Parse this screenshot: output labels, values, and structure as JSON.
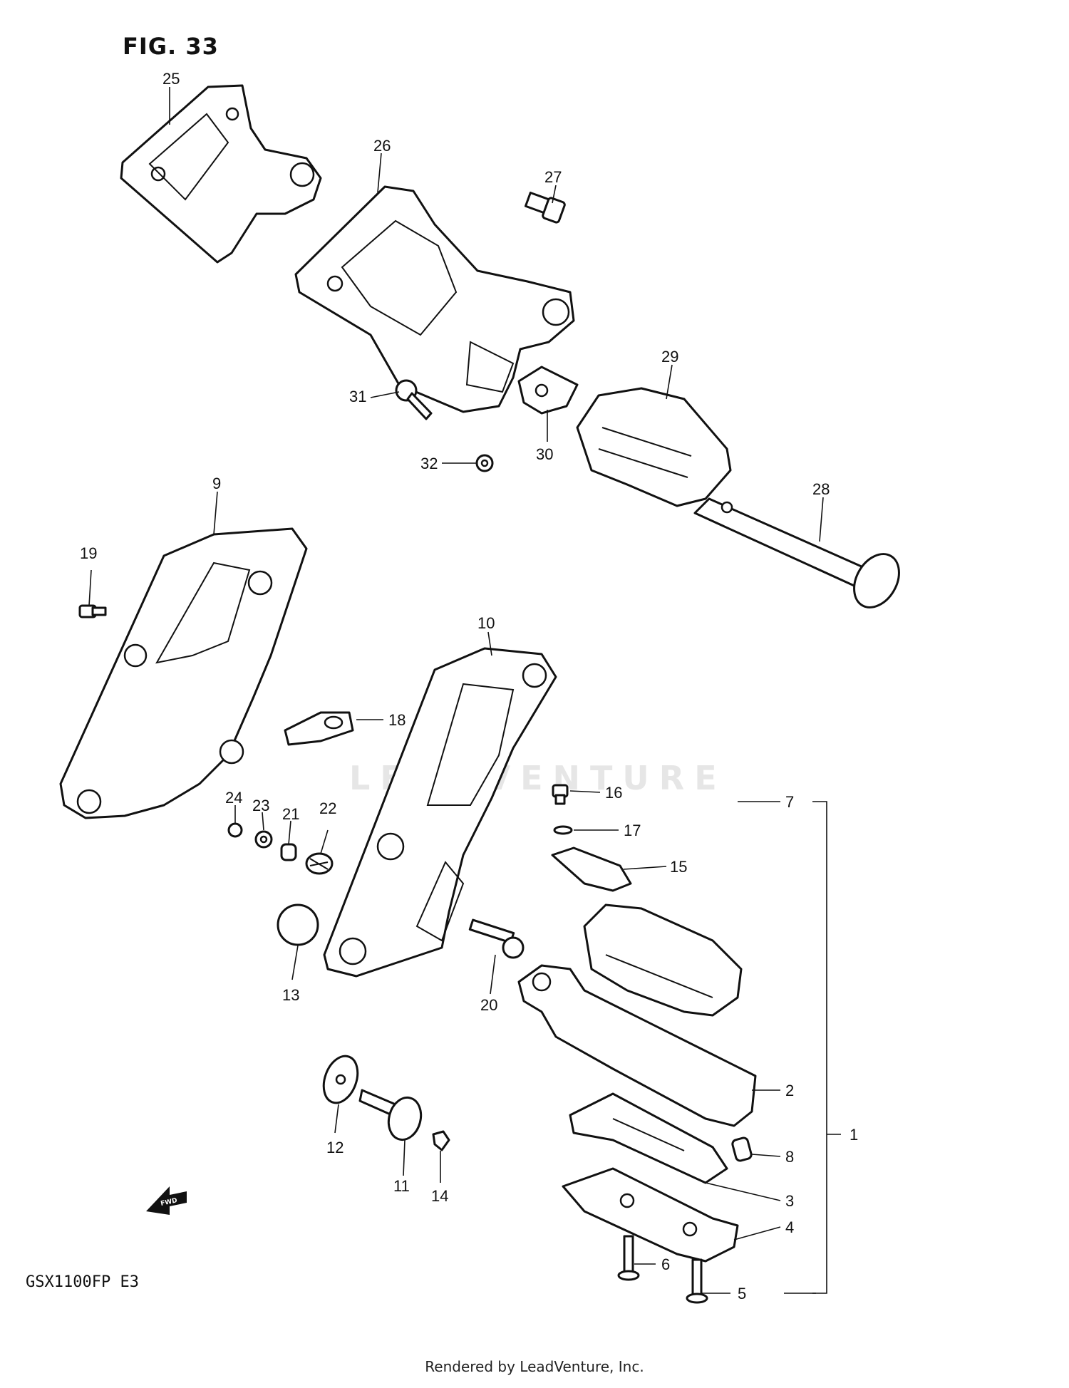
{
  "figure_title": "FIG. 33",
  "model_code": "GSX1100FP E3",
  "watermark": "LEADVENTURE",
  "footer": "Rendered by LeadVenture, Inc.",
  "fwd_icon_label": "FWD",
  "callouts": [
    "25",
    "26",
    "27",
    "31",
    "32",
    "30",
    "29",
    "28",
    "9",
    "19",
    "10",
    "18",
    "16",
    "17",
    "15",
    "24",
    "23",
    "21",
    "22",
    "13",
    "20",
    "7",
    "2",
    "1",
    "8",
    "3",
    "4",
    "12",
    "11",
    "14",
    "6",
    "5"
  ]
}
